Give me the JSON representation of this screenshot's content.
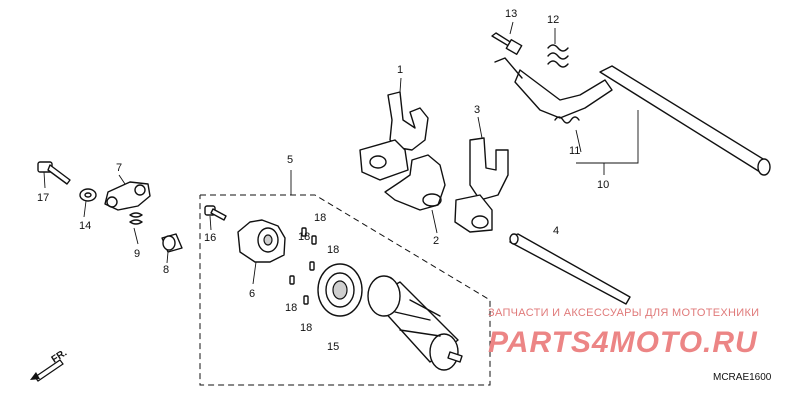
{
  "callouts": {
    "c1": "1",
    "c2": "2",
    "c3": "3",
    "c4": "4",
    "c5": "5",
    "c6": "6",
    "c7": "7",
    "c8": "8",
    "c9": "9",
    "c10": "10",
    "c11": "11",
    "c12": "12",
    "c13": "13",
    "c14": "14",
    "c15": "15",
    "c16": "16",
    "c17": "17",
    "c18a": "18",
    "c18b": "18",
    "c18c": "18",
    "c18d": "18",
    "c18e": "18"
  },
  "watermark": {
    "caption": "ЗАПЧАСТИ И АКСЕССУАРЫ ДЛЯ МОТОТЕХНИКИ",
    "logo": "PARTS4MOTO.RU"
  },
  "direction_label": "FR.",
  "diagram_code": "MCRAE1600"
}
